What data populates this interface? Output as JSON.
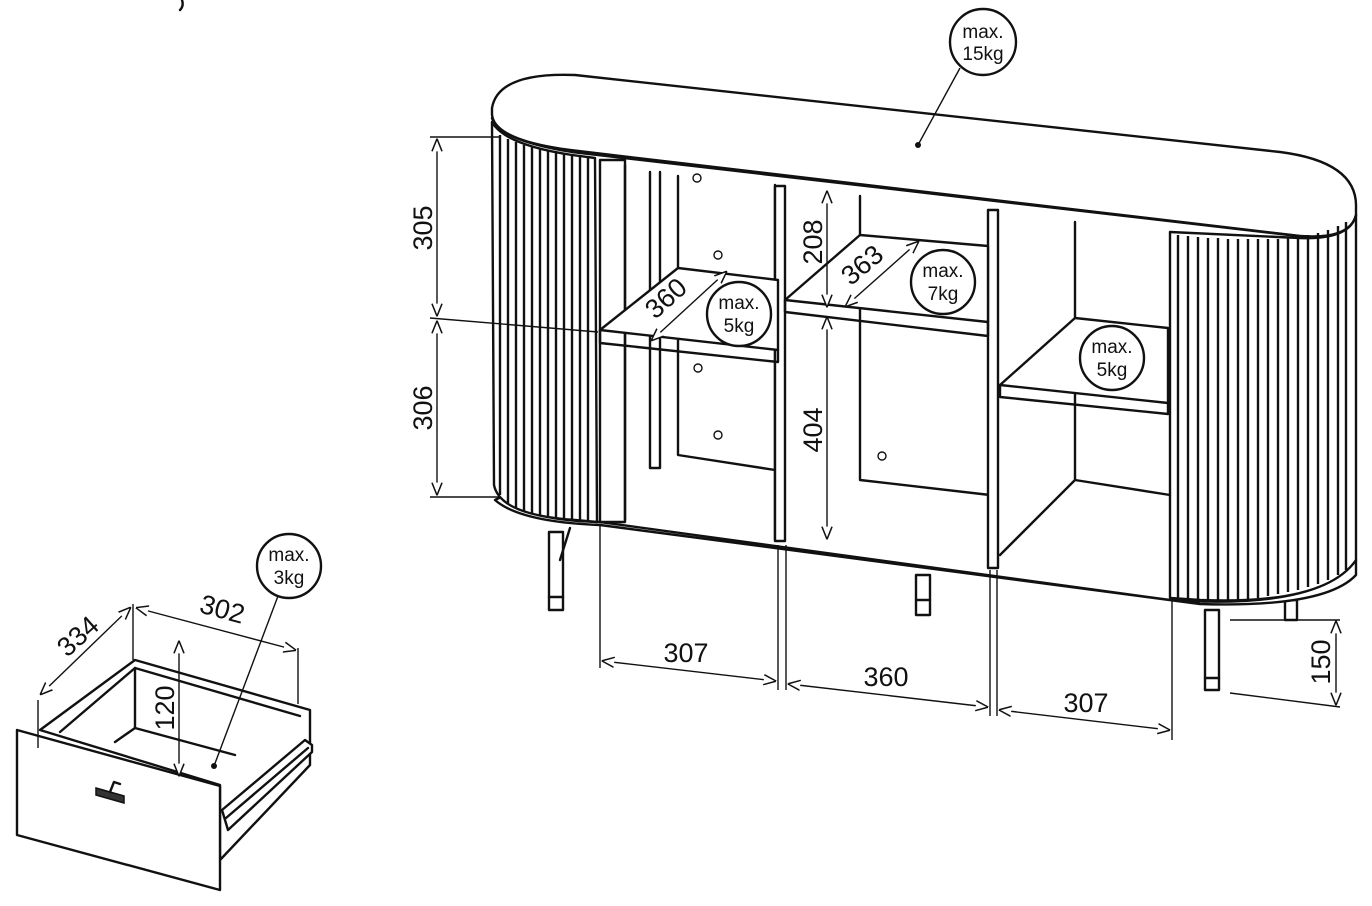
{
  "diagram": {
    "subject": "sideboard-with-drawer",
    "colors": {
      "line": "#111111",
      "background": "#ffffff",
      "slat": "#1a1a1a"
    },
    "dimensions": {
      "upper_height": "305",
      "lower_height": "306",
      "shelf_gap": "208",
      "left_shelf_depth": "360",
      "mid_shelf_depth": "363",
      "inner_height": "404",
      "left_width": "307",
      "mid_width": "360",
      "right_width": "307",
      "leg_height": "150",
      "drawer_depth": "334",
      "drawer_width": "302",
      "drawer_height": "120"
    },
    "loads": {
      "top": {
        "line1": "max.",
        "line2": "15kg"
      },
      "left_shelf": {
        "line1": "max.",
        "line2": "5kg"
      },
      "mid_shelf": {
        "line1": "max.",
        "line2": "7kg"
      },
      "right_shelf": {
        "line1": "max.",
        "line2": "5kg"
      },
      "drawer": {
        "line1": "max.",
        "line2": "3kg"
      }
    }
  }
}
